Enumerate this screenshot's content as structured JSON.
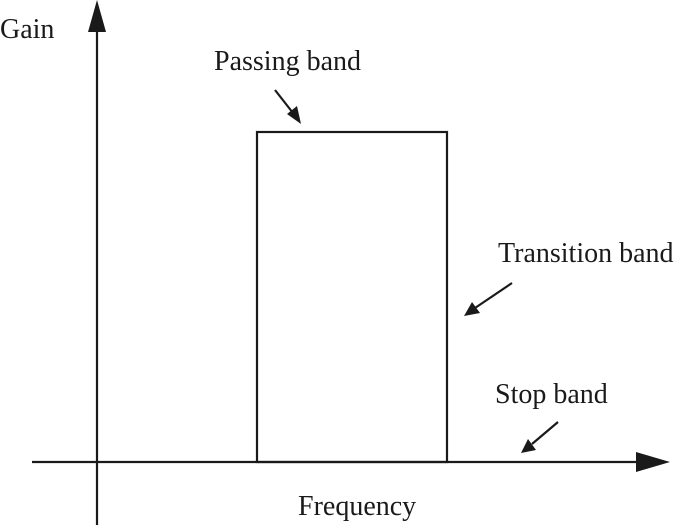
{
  "axes": {
    "y_label": "Gain",
    "x_label": "Frequency"
  },
  "annotations": {
    "passing_band": "Passing band",
    "transition_band": "Transition band",
    "stop_band": "Stop band"
  },
  "colors": {
    "ink": "#1a1a1a",
    "background": "#ffffff"
  }
}
